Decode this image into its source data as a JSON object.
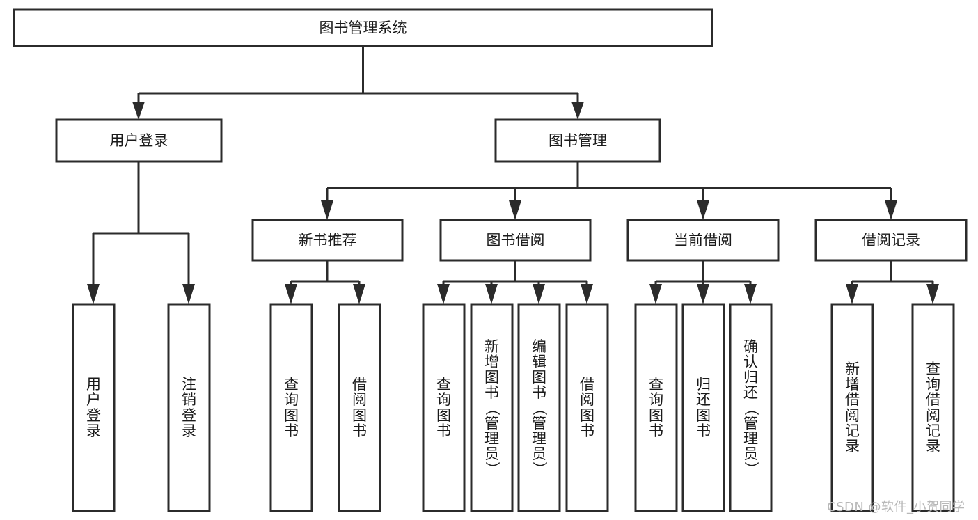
{
  "diagram": {
    "type": "tree",
    "title": "图书管理系统",
    "orientation": "top-down",
    "root": {
      "id": "root",
      "label": "图书管理系统"
    },
    "level2": [
      {
        "id": "user-login",
        "label": "用户登录"
      },
      {
        "id": "book-manage",
        "label": "图书管理"
      }
    ],
    "level3": [
      {
        "id": "new-book-recommend",
        "label": "新书推荐",
        "parent": "book-manage"
      },
      {
        "id": "book-borrow",
        "label": "图书借阅",
        "parent": "book-manage"
      },
      {
        "id": "current-borrow",
        "label": "当前借阅",
        "parent": "book-manage"
      },
      {
        "id": "borrow-record",
        "label": "借阅记录",
        "parent": "book-manage"
      }
    ],
    "leaves": {
      "user-login": [
        {
          "id": "leaf-user-login",
          "label": "用户登录",
          "chars": [
            "用",
            "户",
            "登",
            "录"
          ]
        },
        {
          "id": "leaf-user-logout",
          "label": "注销登录",
          "chars": [
            "注",
            "销",
            "登",
            "录"
          ]
        }
      ],
      "new-book-recommend": [
        {
          "id": "leaf-query-book-1",
          "label": "查询图书",
          "chars": [
            "查",
            "询",
            "图",
            "书"
          ]
        },
        {
          "id": "leaf-borrow-book-1",
          "label": "借阅图书",
          "chars": [
            "借",
            "阅",
            "图",
            "书"
          ]
        }
      ],
      "book-borrow": [
        {
          "id": "leaf-query-book-2",
          "label": "查询图书",
          "chars": [
            "查",
            "询",
            "图",
            "书"
          ]
        },
        {
          "id": "leaf-add-book",
          "label": "新增图书（管理员）",
          "chars": [
            "新",
            "增",
            "图",
            "书",
            "（",
            "管",
            "理",
            "员",
            "）"
          ]
        },
        {
          "id": "leaf-edit-book",
          "label": "编辑图书（管理员）",
          "chars": [
            "编",
            "辑",
            "图",
            "书",
            "（",
            "管",
            "理",
            "员",
            "）"
          ]
        },
        {
          "id": "leaf-borrow-book-2",
          "label": "借阅图书",
          "chars": [
            "借",
            "阅",
            "图",
            "书"
          ]
        }
      ],
      "current-borrow": [
        {
          "id": "leaf-query-book-3",
          "label": "查询图书",
          "chars": [
            "查",
            "询",
            "图",
            "书"
          ]
        },
        {
          "id": "leaf-return-book",
          "label": "归还图书",
          "chars": [
            "归",
            "还",
            "图",
            "书"
          ]
        },
        {
          "id": "leaf-confirm-return",
          "label": "确认归还（管理员）",
          "chars": [
            "确",
            "认",
            "归",
            "还",
            "（",
            "管",
            "理",
            "员",
            "）"
          ]
        }
      ],
      "borrow-record": [
        {
          "id": "leaf-add-record",
          "label": "新增借阅记录",
          "chars": [
            "新",
            "增",
            "借",
            "阅",
            "记",
            "录"
          ]
        },
        {
          "id": "leaf-query-record",
          "label": "查询借阅记录",
          "chars": [
            "查",
            "询",
            "借",
            "阅",
            "记",
            "录"
          ]
        }
      ]
    },
    "colors": {
      "box_stroke": "#2b2b2b",
      "box_fill": "#ffffff",
      "text": "#1a1a1a",
      "background": "#ffffff",
      "watermark": "#b8b8b8"
    }
  },
  "watermark": {
    "text": "CSDN @软件_小贺同学"
  }
}
